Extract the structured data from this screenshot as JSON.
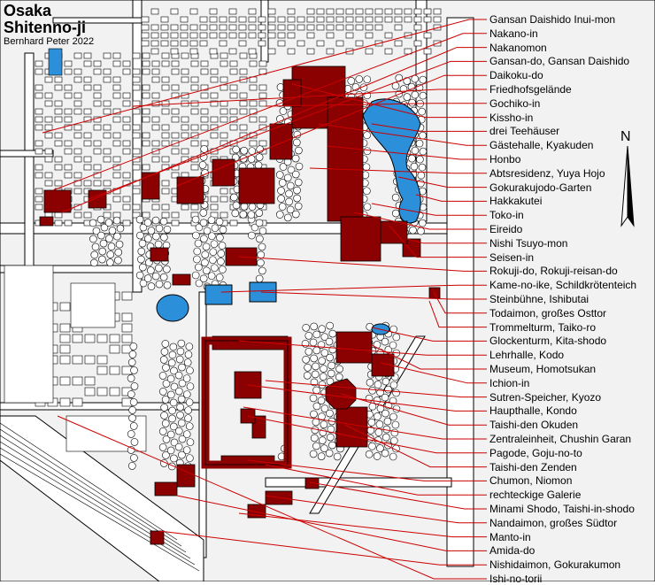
{
  "title": {
    "line1": "Osaka",
    "line2": "Shitenno-ji",
    "credit": "Bernhard Peter 2022"
  },
  "compass": {
    "letter": "N"
  },
  "colors": {
    "building": "#8b0000",
    "leader": "#cc0000",
    "water": "#2b8fd9",
    "street": "#ffffff",
    "block": "#f2f2f2",
    "outline": "#000000"
  },
  "labels": [
    "Gansan Daishido Inui-mon",
    "Nakano-in",
    "Nakanomon",
    "Gansan-do, Gansan Daishido",
    "Daikoku-do",
    "Friedhofsgelände",
    "Gochiko-in",
    "Kissho-in",
    "drei Teehäuser",
    "Gästehalle, Kyakuden",
    "Honbo",
    "Abtsresidenz, Yuya Hojo",
    "Gokurakujodo-Garten",
    "Hakkakutei",
    "Toko-in",
    "Eireido",
    "Nishi Tsuyo-mon",
    "Seisen-in",
    "Rokuji-do, Rokuji-reisan-do",
    "Kame-no-ike, Schildkrötenteich",
    "Steinbühne, Ishibutai",
    "Todaimon, großes Osttor",
    "Trommelturm, Taiko-ro",
    "Glockenturm, Kita-shodo",
    "Lehrhalle, Kodo",
    "Museum, Homotsukan",
    "Ichion-in",
    "Sutren-Speicher, Kyozo",
    "Haupthalle, Kondo",
    "Taishi-den Okuden",
    "Zentraleinheit, Chushin Garan",
    "Pagode, Goju-no-to",
    "Taishi-den Zenden",
    "Chumon, Niomon",
    "rechteckige Galerie",
    "Minami Shodo, Taishi-in-shodo",
    "Nandaimon, großes Südtor",
    "Manto-in",
    "Amida-do",
    "Nishidaimon, Gokurakumon",
    "Ishi-no-torii"
  ]
}
